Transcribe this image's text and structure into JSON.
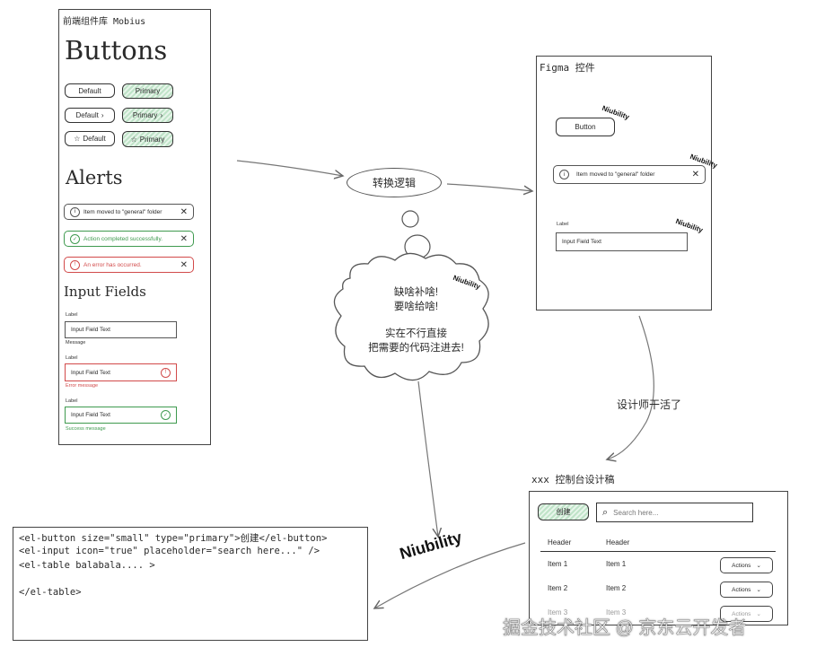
{
  "left_panel": {
    "title": "前端组件库 Mobius",
    "buttons_heading": "Buttons",
    "buttons": [
      {
        "label": "Default",
        "style": "default",
        "icon": ""
      },
      {
        "label": "Primary",
        "style": "primary",
        "icon": ""
      },
      {
        "label": "Default",
        "style": "default",
        "icon": "chevron"
      },
      {
        "label": "Primary",
        "style": "primary",
        "icon": "chevron"
      },
      {
        "label": "Default",
        "style": "default",
        "icon": "star"
      },
      {
        "label": "Primary",
        "style": "primary",
        "icon": "star"
      }
    ],
    "alerts_heading": "Alerts",
    "alerts": [
      {
        "text": "Item moved to \"general\" folder",
        "color": "#555555"
      },
      {
        "text": "Action completed successfully.",
        "color": "#3f9a4f"
      },
      {
        "text": "An error has occurred.",
        "color": "#d24a4a"
      }
    ],
    "inputs_heading": "Input Fields",
    "inputs": [
      {
        "label": "Label",
        "value": "Input Field Text",
        "message": "Message",
        "color": "#555555",
        "icon": ""
      },
      {
        "label": "Label",
        "value": "Input Field Text",
        "message": "Error message",
        "color": "#d24a4a",
        "icon": "!"
      },
      {
        "label": "Label",
        "value": "Input Field Text",
        "message": "Success message",
        "color": "#3f9a4f",
        "icon": "✓"
      }
    ]
  },
  "transform_node": {
    "label": "转换逻辑"
  },
  "figma_panel": {
    "title": "Figma 控件",
    "button_label": "Button",
    "alert_text": "Item moved to \"general\" folder",
    "input_label": "Label",
    "input_value": "Input Field Text",
    "badge": "Niubility"
  },
  "cloud": {
    "line1": "缺啥补啥!",
    "line2": "要啥给啥!",
    "line3": "实在不行直接",
    "line4": "把需要的代码注进去!",
    "badge": "Niubility"
  },
  "designer_note": "设计师干活了",
  "console_panel": {
    "title": "xxx 控制台设计稿",
    "create_button": "创建",
    "search_placeholder": "Search here...",
    "headers": [
      "Header",
      "Header"
    ],
    "rows": [
      {
        "c1": "Item 1",
        "c2": "Item 1",
        "action": "Actions"
      },
      {
        "c1": "Item 2",
        "c2": "Item 2",
        "action": "Actions"
      },
      {
        "c1": "Item 3",
        "c2": "Item 3",
        "action": "Actions"
      }
    ]
  },
  "code_panel": {
    "lines": [
      "<el-button size=\"small\" type=\"primary\">创建</el-button>",
      "<el-input icon=\"true\" placeholder=\"search here...\" />",
      "<el-table balabala.... >",
      "",
      "</el-table>"
    ]
  },
  "big_badge": "Niubility",
  "watermark": "掘金技术社区 @ 京东云开发者",
  "colors": {
    "green": "#3f9a4f",
    "red": "#d24a4a",
    "ink": "#333333"
  }
}
